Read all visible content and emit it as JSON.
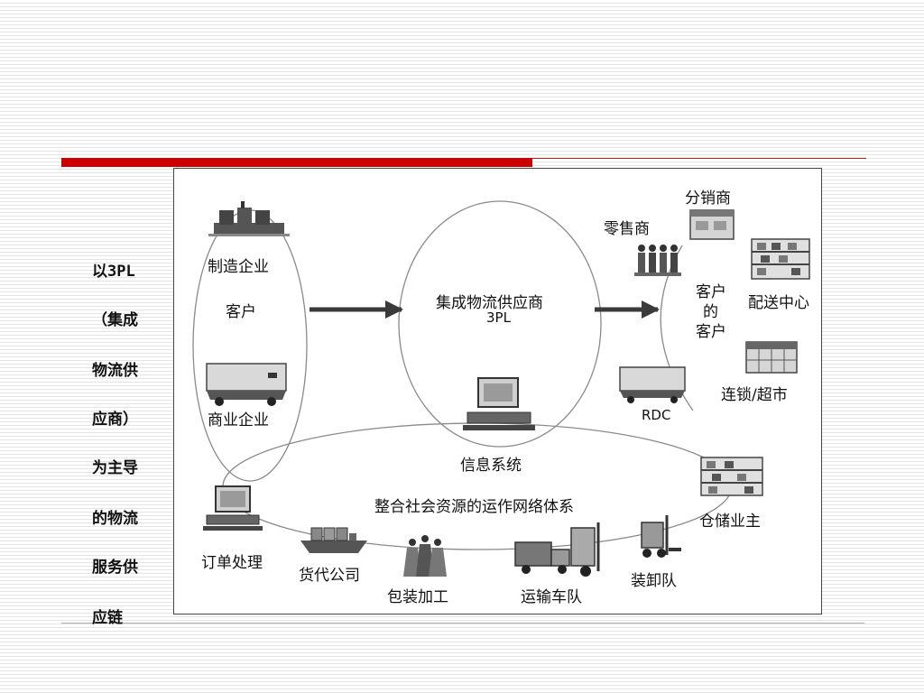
{
  "side_text": {
    "lines": [
      "以3PL",
      "（集成",
      "物流供",
      "应商）",
      "为主导",
      "的物流",
      "服务供",
      "应链"
    ]
  },
  "diagram": {
    "left": {
      "manufacturer": "制造企业",
      "customer": "客户",
      "commercial": "商业企业"
    },
    "center": {
      "title": "集成物流供应商",
      "subtitle": "3PL",
      "info_system": "信息系统",
      "network": "整合社会资源的运作网络体系"
    },
    "right": {
      "distributor": "分销商",
      "retailer": "零售商",
      "customer_of_customer": [
        "客户",
        "的",
        "客户"
      ],
      "distribution_center": "配送中心",
      "chain_store": "连锁/超市",
      "rdc": "RDC"
    },
    "bottom": {
      "order_processing": "订单处理",
      "freight_company": "货代公司",
      "packaging": "包装加工",
      "transport_fleet": "运输车队",
      "loading_team": "装卸队",
      "warehouse_owner": "仓储业主"
    }
  },
  "colors": {
    "accent_red": "#cc0000",
    "arrow": "#3a3a3a"
  }
}
